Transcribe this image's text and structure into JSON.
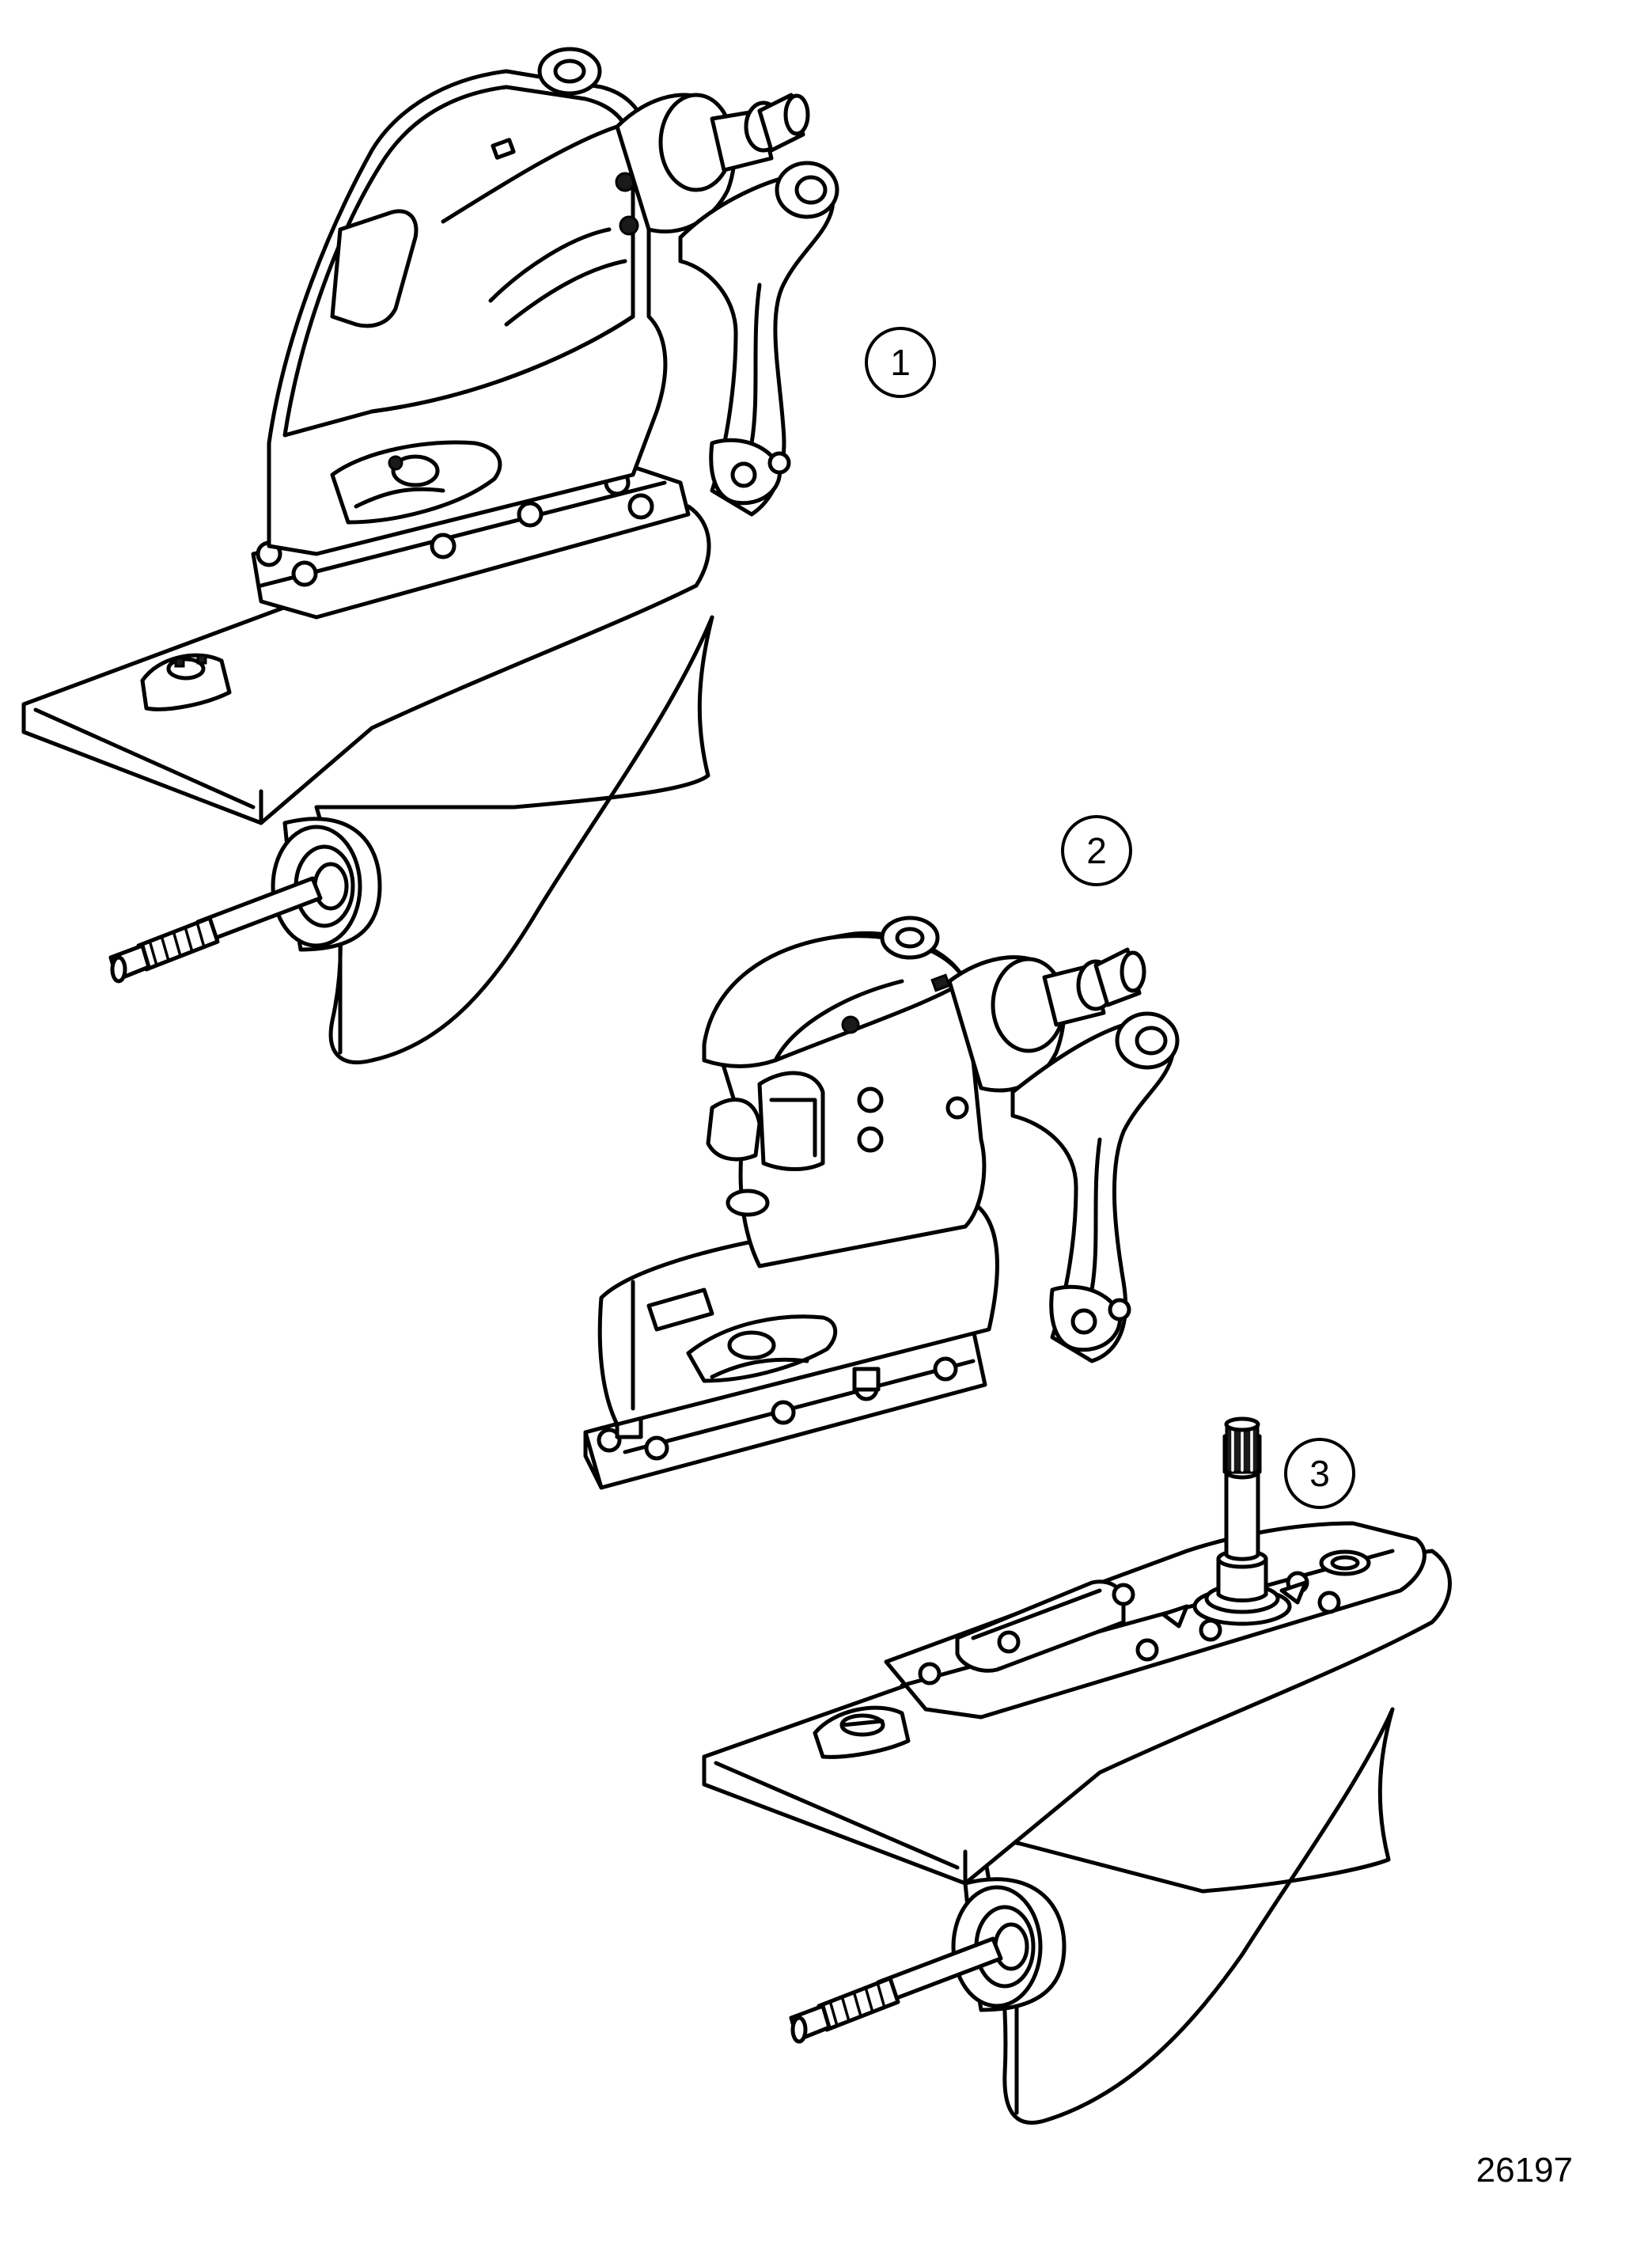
{
  "figure": {
    "number": "26197",
    "callouts": [
      {
        "id": "1",
        "label": "1"
      },
      {
        "id": "2",
        "label": "2"
      },
      {
        "id": "3",
        "label": "3"
      }
    ]
  },
  "colors": {
    "line": "#000000",
    "background": "#ffffff"
  },
  "icons": [
    "complete-drive-unit-illustration",
    "upper-gear-unit-illustration",
    "lower-gear-unit-illustration"
  ]
}
